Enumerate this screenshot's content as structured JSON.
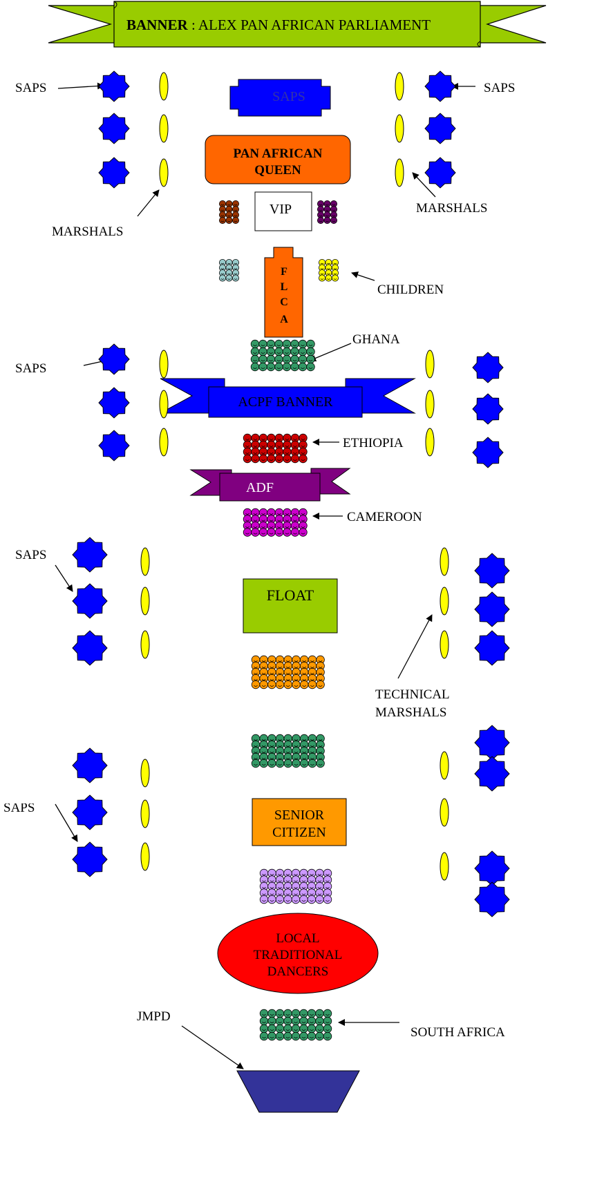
{
  "banner": {
    "bold": "BANNER",
    "rest": " : ALEX PAN AFRICAN PARLIAMENT"
  },
  "labels": {
    "saps": "SAPS",
    "saps_cut": "SAPS",
    "marshals": "MARSHALS",
    "children": "CHILDREN",
    "ghana": "GHANA",
    "ethiopia": "ETHIOPIA",
    "cameroon": "CAMEROON",
    "technical_1": "TECHNICAL",
    "technical_2": "MARSHALS",
    "jmpd": "JMPD",
    "south_africa": "SOUTH AFRICA"
  },
  "boxes": {
    "saps_box": "SAPS",
    "queen_1": "PAN AFRICAN",
    "queen_2": "QUEEN",
    "vip": "VIP",
    "float_vertical": [
      "F",
      "L",
      "C",
      "A"
    ],
    "acpf_banner": "ACPF BANNER",
    "adf_banner": "ADF",
    "float_box": "FLOAT",
    "senior_1": "SENIOR",
    "senior_2": "CITIZEN",
    "dancers_1": "LOCAL",
    "dancers_2": "TRADITIONAL",
    "dancers_3": "DANCERS"
  },
  "colors": {
    "banner_green": "#99cc00",
    "saps_blue": "#0000ff",
    "marshal_yellow": "#ffff00",
    "queen_orange": "#ff6600",
    "float_green": "#99cc00",
    "senior_orange": "#ff9900",
    "dancers_red": "#ff0000",
    "adf_purple": "#800080",
    "jmpd_navy": "#333399",
    "ghana_green": "#339966",
    "ethiopia_red": "#cc0000",
    "cameroon_magenta": "#cc00cc",
    "orange_group": "#ff9900",
    "lavender_group": "#cc99ff",
    "children_yellow": "#ffff00",
    "children_teal": "#99cccc",
    "vip_dark_red": "#993300",
    "vip_purple": "#660066"
  },
  "icons": {
    "police": "star-icon",
    "marshal": "ellipse-icon",
    "participant": "smiley-face-icon"
  }
}
